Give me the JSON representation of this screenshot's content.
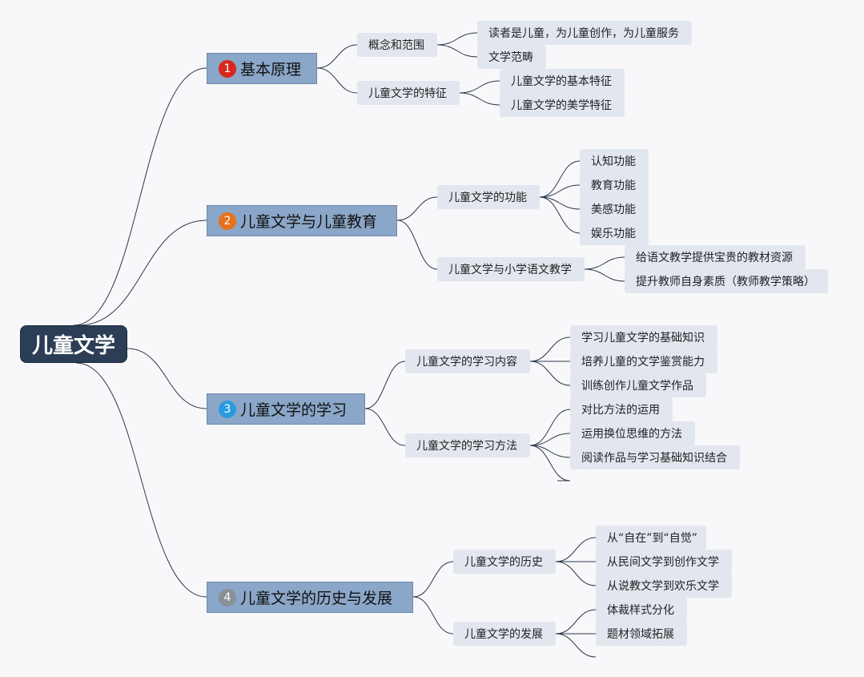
{
  "root": "儿童文学",
  "branches": [
    {
      "index": "1",
      "title": "基本原理",
      "badge_color": "#d9261c",
      "children": [
        {
          "label": "概念和范围",
          "leaves": [
            "读者是儿童，为儿童创作，为儿童服务",
            "文学范畴"
          ]
        },
        {
          "label": "儿童文学的特征",
          "leaves": [
            "儿童文学的基本特征",
            "儿童文学的美学特征"
          ]
        }
      ]
    },
    {
      "index": "2",
      "title": "儿童文学与儿童教育",
      "badge_color": "#e8711a",
      "children": [
        {
          "label": "儿童文学的功能",
          "leaves": [
            "认知功能",
            "教育功能",
            "美感功能",
            "娱乐功能"
          ]
        },
        {
          "label": "儿童文学与小学语文教学",
          "leaves": [
            "给语文教学提供宝贵的教材资源",
            "提升教师自身素质（教师教学策略）"
          ]
        }
      ]
    },
    {
      "index": "3",
      "title": "儿童文学的学习",
      "badge_color": "#2a9be0",
      "children": [
        {
          "label": "儿童文学的学习内容",
          "leaves": [
            "学习儿童文学的基础知识",
            "培养儿童的文学鉴赏能力",
            "训练创作儿童文学作品"
          ]
        },
        {
          "label": "儿童文学的学习方法",
          "leaves": [
            "对比方法的运用",
            "运用换位思维的方法",
            "阅读作品与学习基础知识结合",
            ""
          ]
        }
      ]
    },
    {
      "index": "4",
      "title": "儿童文学的历史与发展",
      "badge_color": "#8a8f96",
      "children": [
        {
          "label": "儿童文学的历史",
          "leaves": [
            "从“自在”到“自觉”",
            "从民间文学到创作文学",
            "从说教文学到欢乐文学"
          ]
        },
        {
          "label": "儿童文学的发展",
          "leaves": [
            "体裁样式分化",
            "题材领域拓展",
            ""
          ]
        }
      ]
    }
  ]
}
